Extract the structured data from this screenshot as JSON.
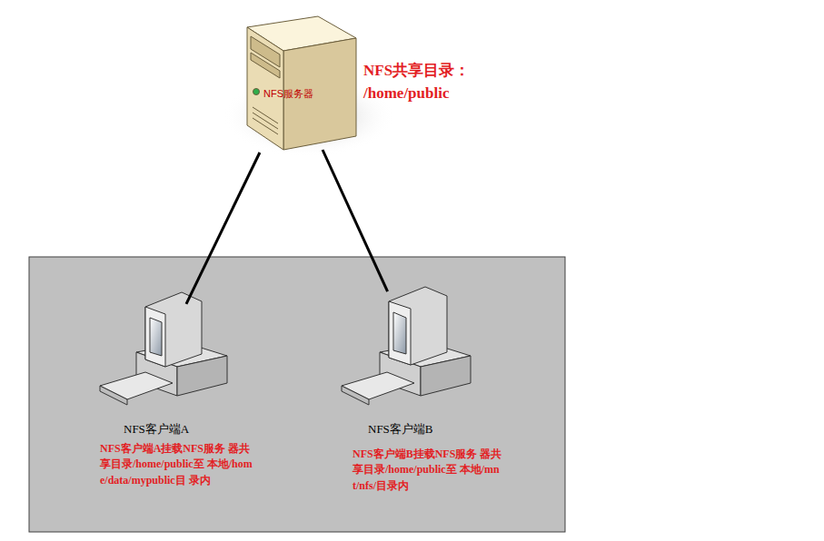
{
  "diagram": {
    "nodes": [
      {
        "text": [
          "NFS服务器",
          "NFS共享目录： /home/public"
        ]
      },
      {
        "text": [
          "NFS客户端A",
          "NFS客户端A挂载NFS服务 器共享目录/home/public至 本地/home/data/mypublic目 录内"
        ]
      },
      {
        "text": [
          "NFS客户端B",
          "NFS客户端B挂载NFS服务 器共享目录/home/public至 本地/mnt/nfs/目录内"
        ]
      }
    ],
    "edges": [
      {
        "from": 0,
        "to": 1,
        "arrow": "none"
      },
      {
        "from": 0,
        "to": 2,
        "arrow": "none"
      }
    ]
  }
}
